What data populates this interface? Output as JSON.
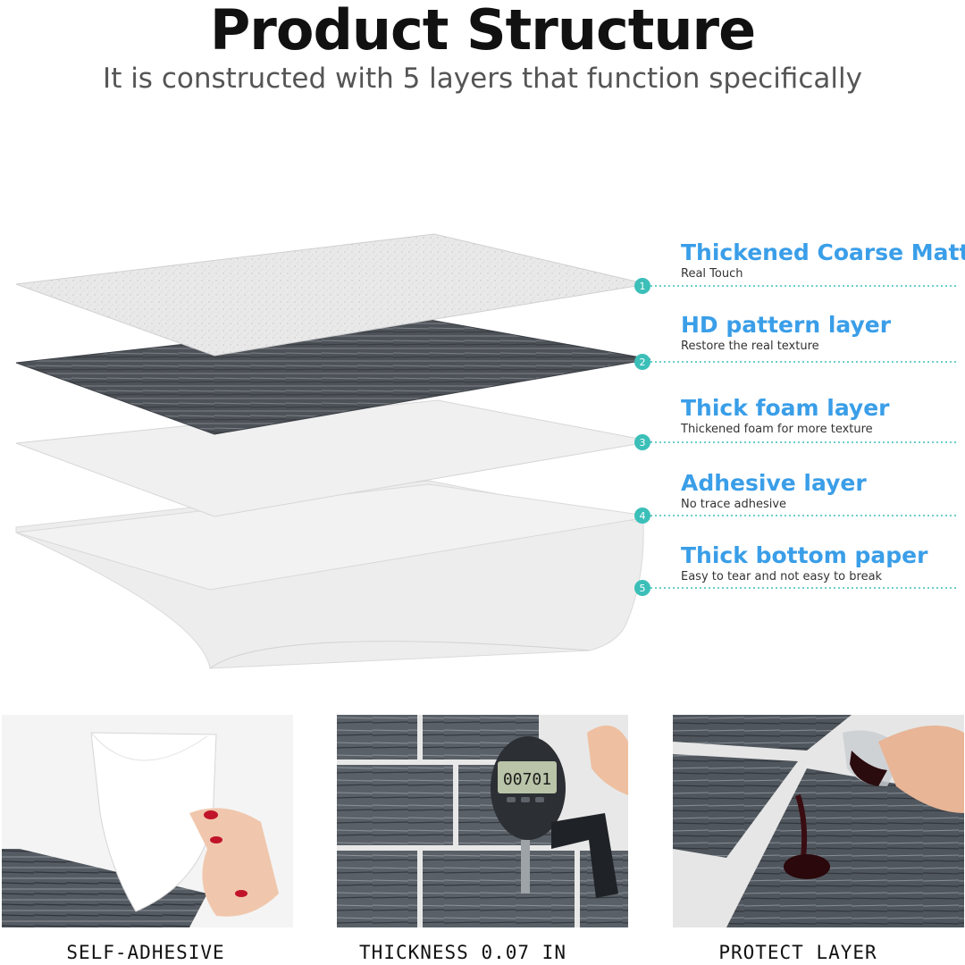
{
  "header": {
    "title": "Product Structure",
    "subtitle": "It is constructed with 5 layers that function specifically"
  },
  "layers": [
    {
      "number": "1",
      "name": "Thickened Coarse Matte",
      "description": "Real Touch"
    },
    {
      "number": "2",
      "name": "HD pattern layer",
      "description": "Restore the real texture"
    },
    {
      "number": "3",
      "name": "Thick foam layer",
      "description": "Thickened foam for more texture"
    },
    {
      "number": "4",
      "name": "Adhesive layer",
      "description": "No trace adhesive"
    },
    {
      "number": "5",
      "name": "Thick bottom paper",
      "description": "Easy to tear and not easy to break"
    }
  ],
  "features": [
    {
      "caption": "SELF-ADHESIVE"
    },
    {
      "caption": "THICKNESS 0.07 IN",
      "gauge_reading": "00701"
    },
    {
      "caption": "PROTECT LAYER"
    }
  ],
  "colors": {
    "accent_blue": "#3a9ee8",
    "marker_teal": "#3bbfb8",
    "wood_dark": "#4a4f55",
    "paper_light": "#eeeeee"
  }
}
